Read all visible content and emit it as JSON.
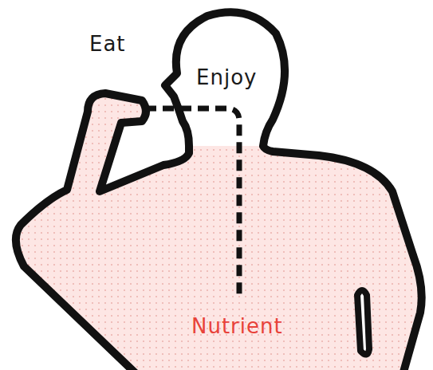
{
  "diagram": {
    "labels": [
      "Eat",
      "Enjoy",
      "Nutrient"
    ]
  }
}
